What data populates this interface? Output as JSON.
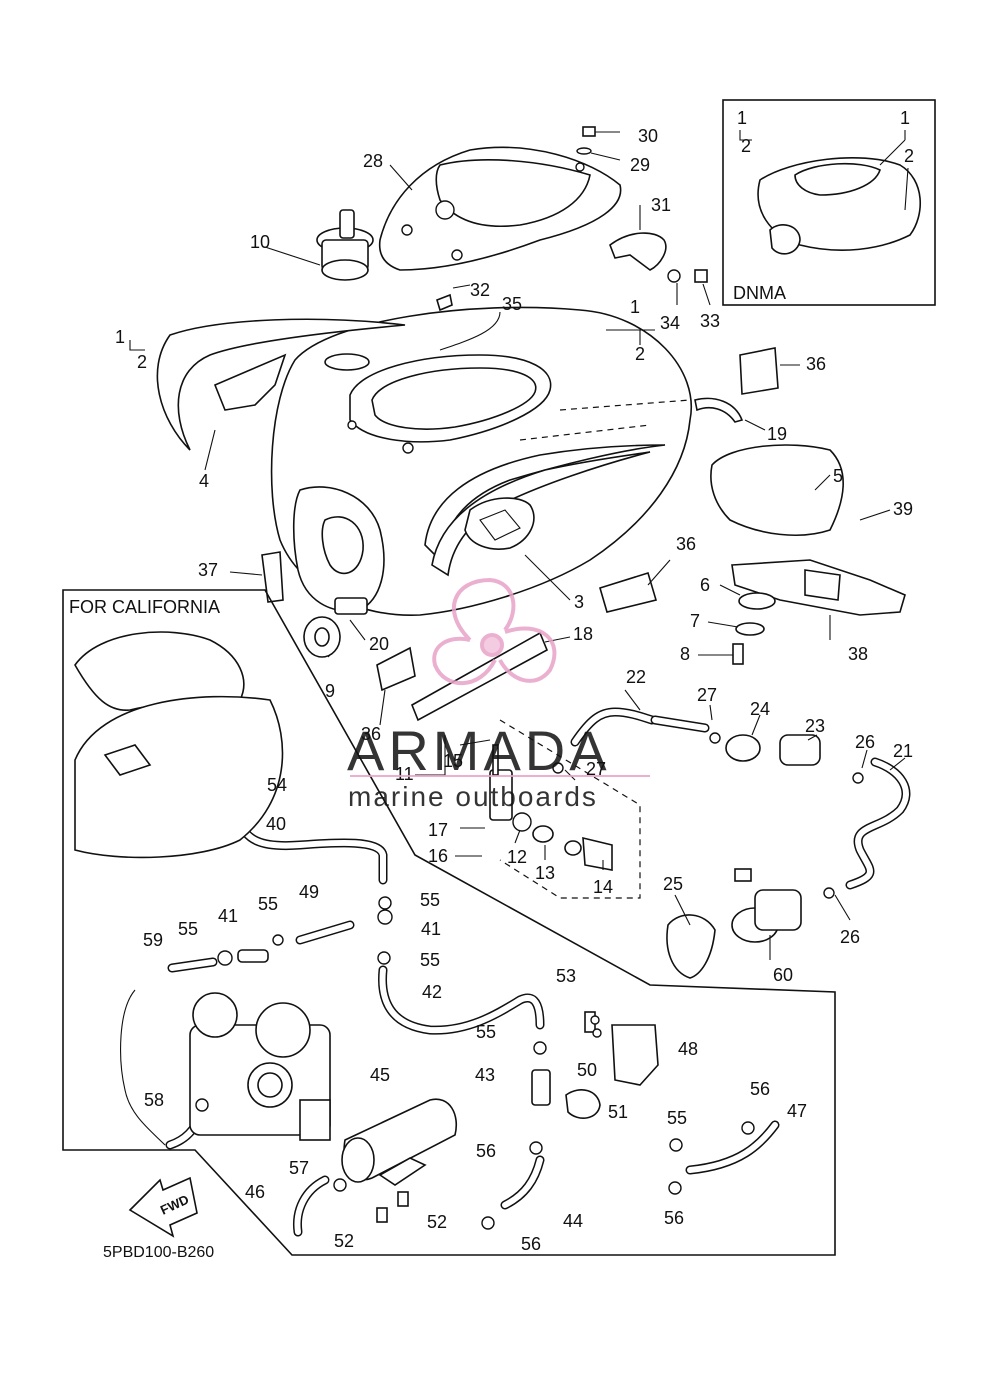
{
  "diagram": {
    "part_code": "5PBD100-B260",
    "box_labels": {
      "california": "FOR CALIFORNIA",
      "dnma": "DNMA",
      "fwd": "FWD"
    },
    "watermark": {
      "brand": "ARMADA",
      "tagline": "marine outboards"
    },
    "callouts": {
      "c1": "1",
      "c2": "2",
      "c3": "3",
      "c4": "4",
      "c5": "5",
      "c6": "6",
      "c7": "7",
      "c8": "8",
      "c9": "9",
      "c10": "10",
      "c11": "11",
      "c12": "12",
      "c13": "13",
      "c14": "14",
      "c15": "15",
      "c16": "16",
      "c17": "17",
      "c18": "18",
      "c19": "19",
      "c20": "20",
      "c21": "21",
      "c22": "22",
      "c23": "23",
      "c24": "24",
      "c25": "25",
      "c26": "26",
      "c27": "27",
      "c28": "28",
      "c29": "29",
      "c30": "30",
      "c31": "31",
      "c32": "32",
      "c33": "33",
      "c34": "34",
      "c35": "35",
      "c36": "36",
      "c37": "37",
      "c38": "38",
      "c39": "39",
      "c40": "40",
      "c41": "41",
      "c42": "42",
      "c43": "43",
      "c44": "44",
      "c45": "45",
      "c46": "46",
      "c47": "47",
      "c48": "48",
      "c49": "49",
      "c50": "50",
      "c51": "51",
      "c52": "52",
      "c53": "53",
      "c54": "54",
      "c55": "55",
      "c56": "56",
      "c57": "57",
      "c58": "58",
      "c59": "59",
      "c60": "60"
    }
  }
}
